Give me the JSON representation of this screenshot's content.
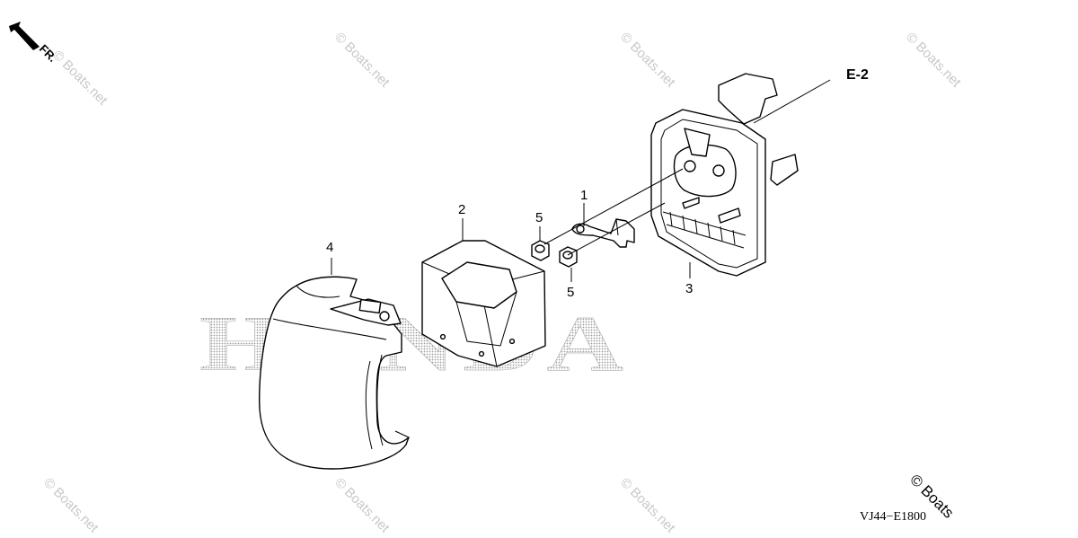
{
  "diagram": {
    "orientation_label": "FR.",
    "diagram_code": "VJ44−E1800",
    "brand_watermark": "HONDA",
    "watermark_text": "© Boats.net",
    "copyright_mark": "© Boats",
    "reference_label": "E-2",
    "callouts": [
      "1",
      "2",
      "3",
      "4",
      "5",
      "5"
    ]
  },
  "colors": {
    "line": "#000000",
    "watermark": "#c8c8c8",
    "brand_dots": "#9a9a9a"
  },
  "icons": {
    "orientation": "front-arrow-icon"
  }
}
